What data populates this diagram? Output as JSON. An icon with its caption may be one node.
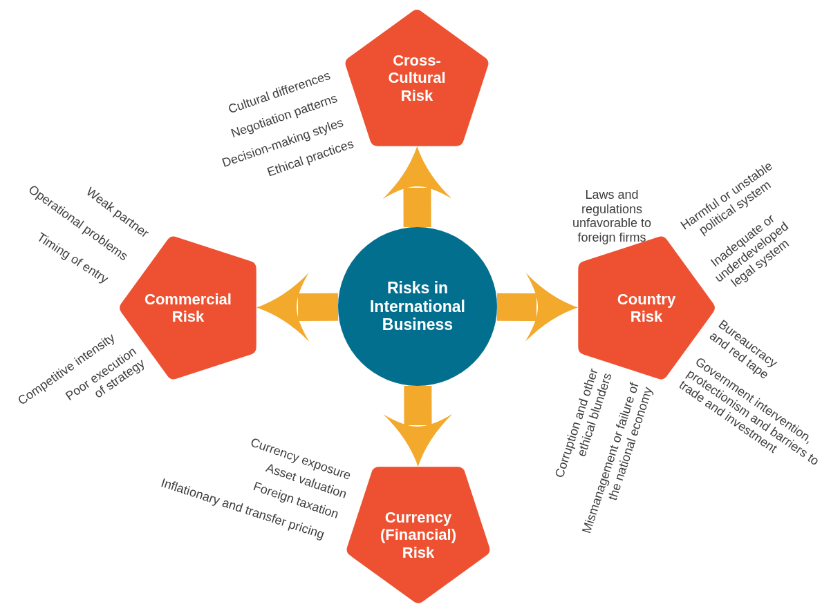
{
  "diagram": {
    "nodes": [
      {
        "text": [
          "Risks in International Business"
        ]
      },
      {
        "text": [
          "Cross-Cultural Risk"
        ],
        "beside": [
          "Cultural differences",
          "Negotiation patterns",
          "Decision-making styles",
          "Ethical practices"
        ]
      },
      {
        "text": [
          "Commercial Risk"
        ],
        "beside": [
          "Weak partner",
          "Operational problems",
          "Timing of entry",
          "Competitive intensity",
          "Poor execution of strategy"
        ]
      },
      {
        "text": [
          "Country Risk"
        ],
        "beside": [
          "Laws and regulations unfavorable to foreign firms",
          "Harmful or unstable political system",
          "Inadequate or underdeveloped legal system",
          "Bureaucracy and red tape",
          "Government intervention, protectionism and barriers to trade and investment",
          "Corruption and other ethical blunders",
          "Mismanagement or failure of the national economy"
        ]
      },
      {
        "text": [
          "Currency (Financial) Risk"
        ],
        "beside": [
          "Currency exposure",
          "Asset valuation",
          "Foreign taxation",
          "Inflationary and transfer pricing"
        ]
      }
    ],
    "edges": [
      {
        "from": 0,
        "to": 1,
        "arrow": "to"
      },
      {
        "from": 0,
        "to": 2,
        "arrow": "to"
      },
      {
        "from": 0,
        "to": 3,
        "arrow": "to"
      },
      {
        "from": 0,
        "to": 4,
        "arrow": "to"
      }
    ]
  }
}
